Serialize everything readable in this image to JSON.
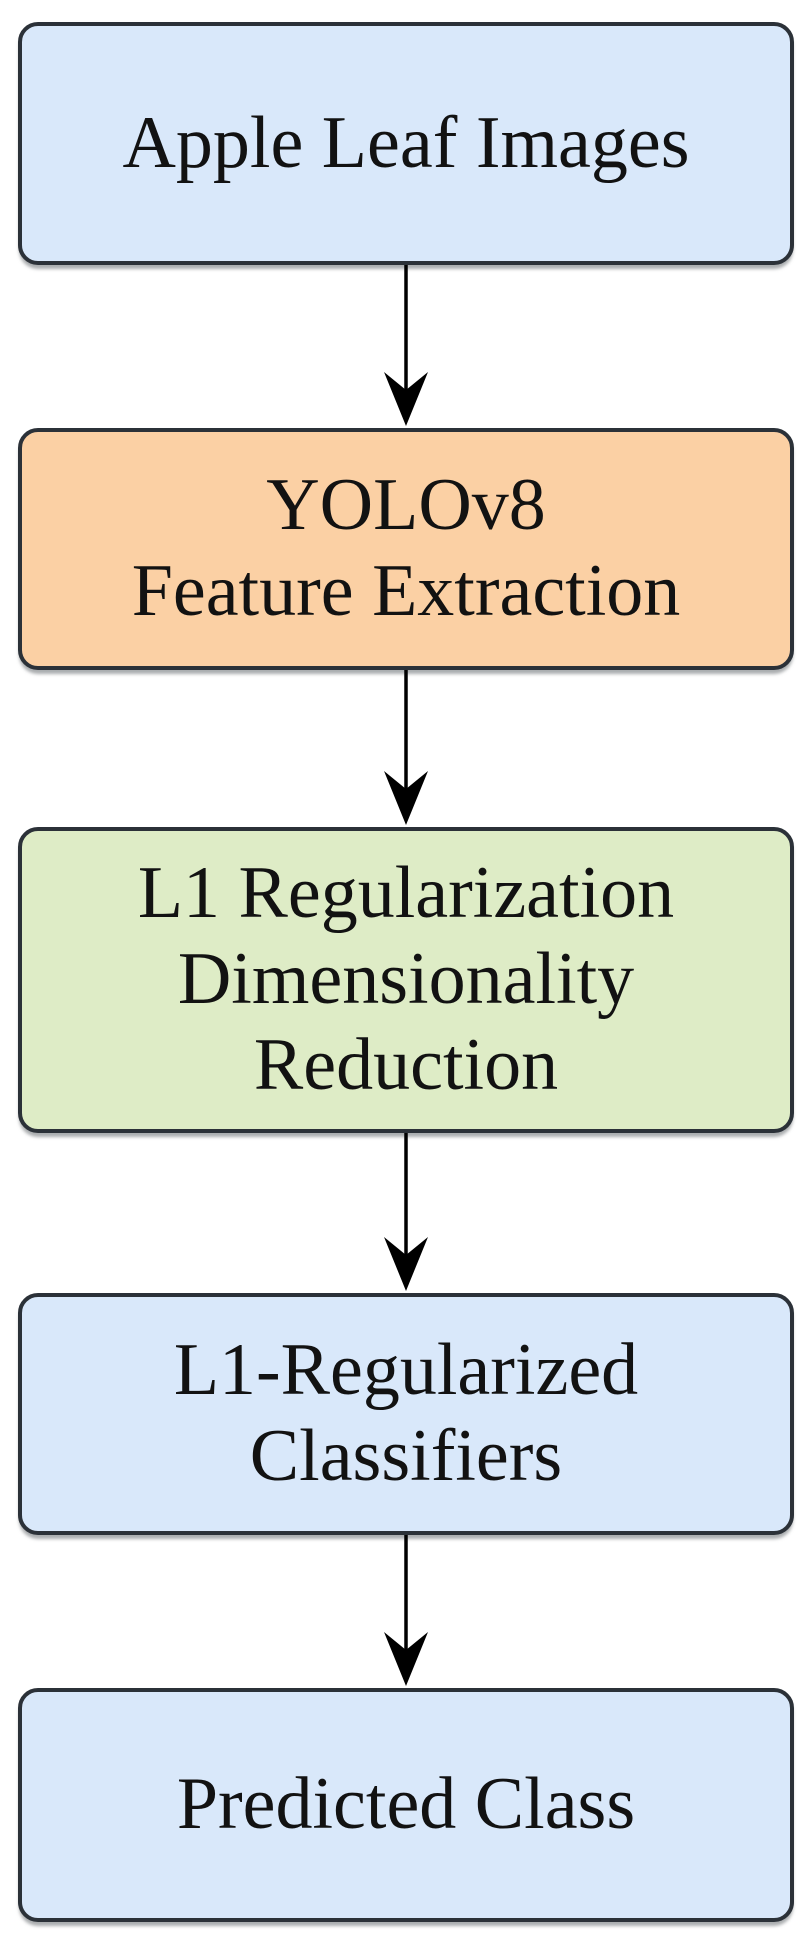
{
  "diagram": {
    "type": "flowchart",
    "direction": "top-down",
    "nodes": [
      {
        "id": "apple-leaf-images",
        "label": "Apple Leaf Images",
        "lines": [
          "Apple Leaf Images"
        ],
        "fill": "#d9e8fa",
        "border": "#2b3138",
        "text_color": "#121212"
      },
      {
        "id": "yolov8-feature-extraction",
        "label": "YOLOv8 Feature Extraction",
        "lines": [
          "YOLOv8",
          "Feature Extraction"
        ],
        "fill": "#fbd0a4",
        "border": "#2b3138",
        "text_color": "#121212"
      },
      {
        "id": "l1-regularization-dimensionality-reduction",
        "label": "L1 Regularization Dimensionality Reduction",
        "lines": [
          "L1 Regularization",
          "Dimensionality",
          "Reduction"
        ],
        "fill": "#deecc6",
        "border": "#2b3138",
        "text_color": "#121212"
      },
      {
        "id": "l1-regularized-classifiers",
        "label": "L1-Regularized Classifiers",
        "lines": [
          "L1-Regularized",
          "Classifiers"
        ],
        "fill": "#d9e8fa",
        "border": "#2b3138",
        "text_color": "#121212"
      },
      {
        "id": "predicted-class",
        "label": "Predicted Class",
        "lines": [
          "Predicted Class"
        ],
        "fill": "#d9e8fa",
        "border": "#2b3138",
        "text_color": "#121212"
      }
    ],
    "edges": [
      {
        "from": "apple-leaf-images",
        "to": "yolov8-feature-extraction"
      },
      {
        "from": "yolov8-feature-extraction",
        "to": "l1-regularization-dimensionality-reduction"
      },
      {
        "from": "l1-regularization-dimensionality-reduction",
        "to": "l1-regularized-classifiers"
      },
      {
        "from": "l1-regularized-classifiers",
        "to": "predicted-class"
      }
    ],
    "colors": {
      "node_blue": "#d9e8fa",
      "node_orange": "#fbd0a4",
      "node_green": "#deecc6",
      "border": "#2b3138",
      "arrow": "#000000",
      "background": "#ffffff"
    }
  }
}
